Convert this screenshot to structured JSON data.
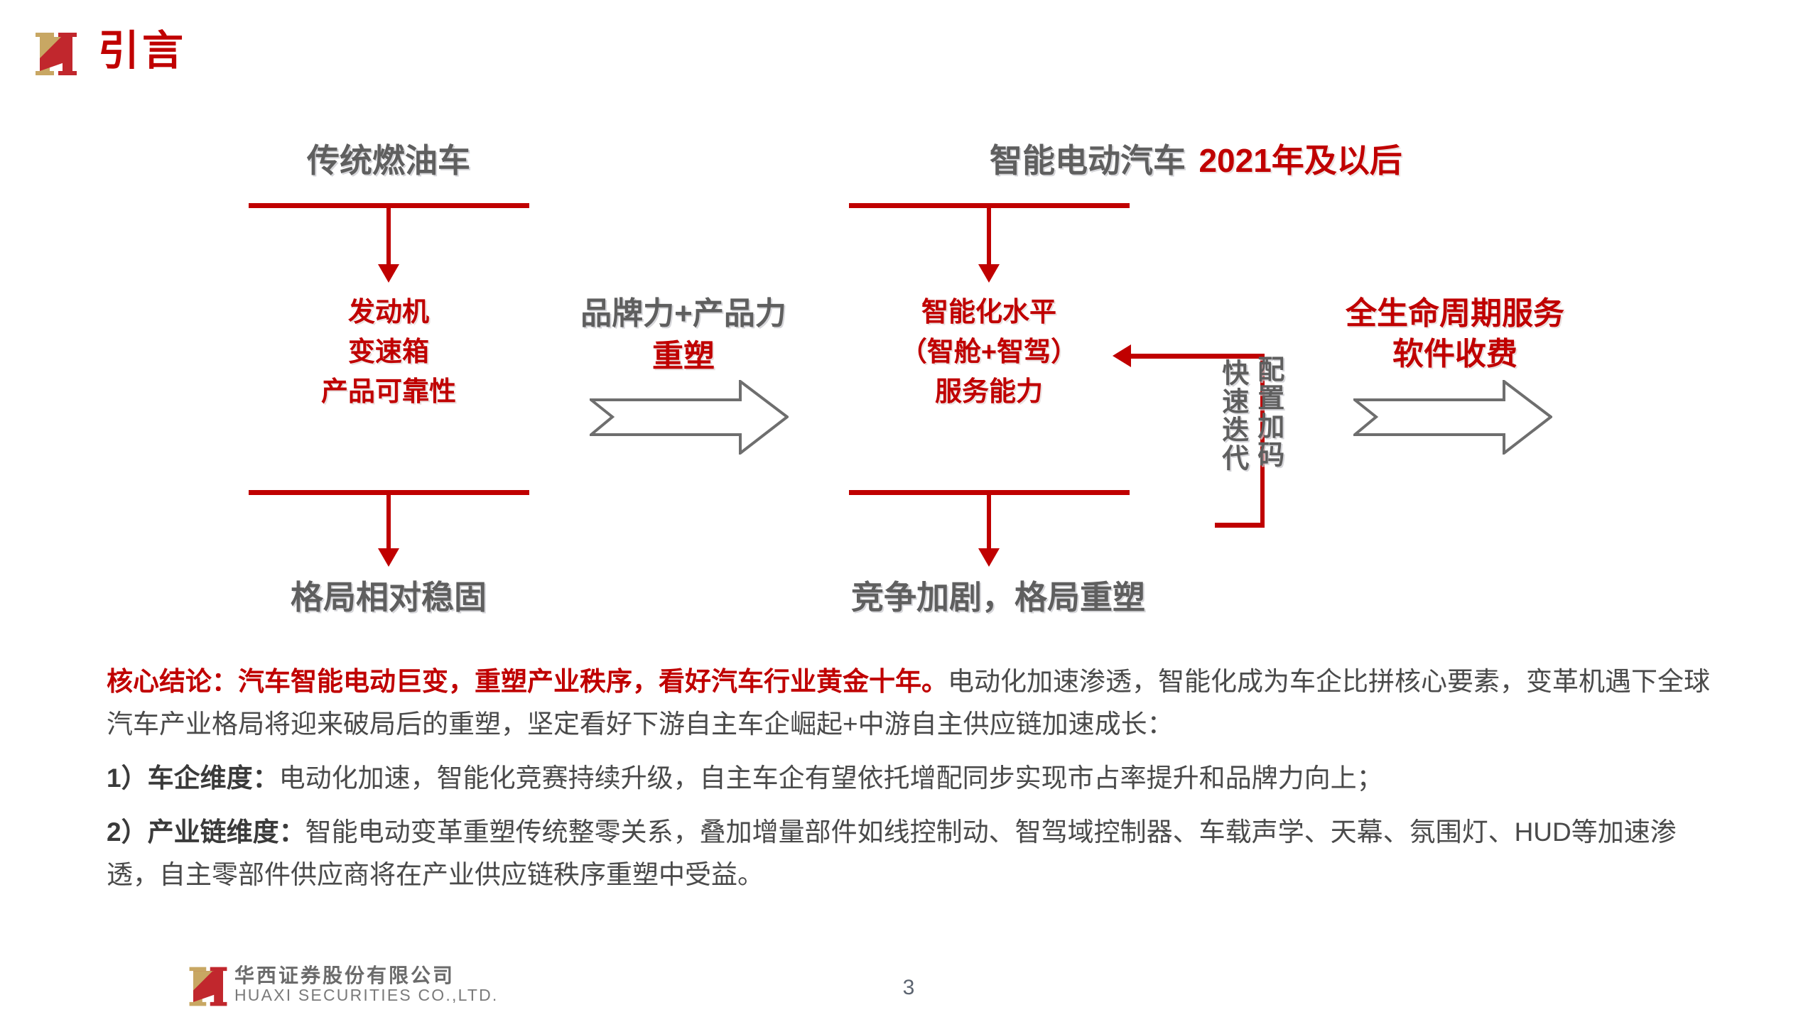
{
  "header": {
    "title": "引言",
    "logo_icon": "huaxi-h-logo-icon",
    "title_color": "#C00000"
  },
  "colors": {
    "red": "#C00000",
    "gray": "#5F5F5F",
    "chevron_outline": "#6E6E6E",
    "gold": "#C8A763"
  },
  "diagram": {
    "left_column": {
      "heading": "传统燃油车",
      "items": [
        "发动机",
        "变速箱",
        "产品可靠性"
      ],
      "outcome": "格局相对稳固"
    },
    "middle_arrow": {
      "label_line1": "品牌力+产品力",
      "label_line2": "重塑",
      "icon": "block-arrow-right-icon"
    },
    "right_column": {
      "heading_gray": "智能电动汽车",
      "heading_red": "2021年及以后",
      "items": [
        "智能化水平",
        "（智舱+智驾）",
        "服务能力"
      ],
      "outcome": "竞争加剧，格局重塑"
    },
    "feedback_loop": {
      "icon": "feedback-loop-arrow-icon",
      "label_left": "快速迭代",
      "label_right": "配置加码"
    },
    "far_right": {
      "label_line1": "全生命周期服务",
      "label_line2": "软件收费",
      "icon": "block-arrow-right-icon"
    }
  },
  "body": {
    "para1_bold": "核心结论：汽车智能电动巨变，重塑产业秩序，看好汽车行业黄金十年。",
    "para1_rest": "电动化加速渗透，智能化成为车企比拼核心要素，变革机遇下全球汽车产业格局将迎来破局后的重塑，坚定看好下游自主车企崛起+中游自主供应链加速成长：",
    "item1_num": "1）",
    "item1_bold": "车企维度：",
    "item1_rest": "电动化加速，智能化竞赛持续升级，自主车企有望依托增配同步实现市占率提升和品牌力向上；",
    "item2_num": "2）",
    "item2_bold": "产业链维度：",
    "item2_rest": "智能电动变革重塑传统整零关系，叠加增量部件如线控制动、智驾域控制器、车载声学、天幕、氛围灯、HUD等加速渗透，自主零部件供应商将在产业供应链秩序重塑中受益。"
  },
  "footer": {
    "logo_icon": "huaxi-h-logo-icon",
    "company_cn": "华西证券股份有限公司",
    "company_en": "HUAXI SECURITIES CO.,LTD.",
    "page_number": "3"
  }
}
